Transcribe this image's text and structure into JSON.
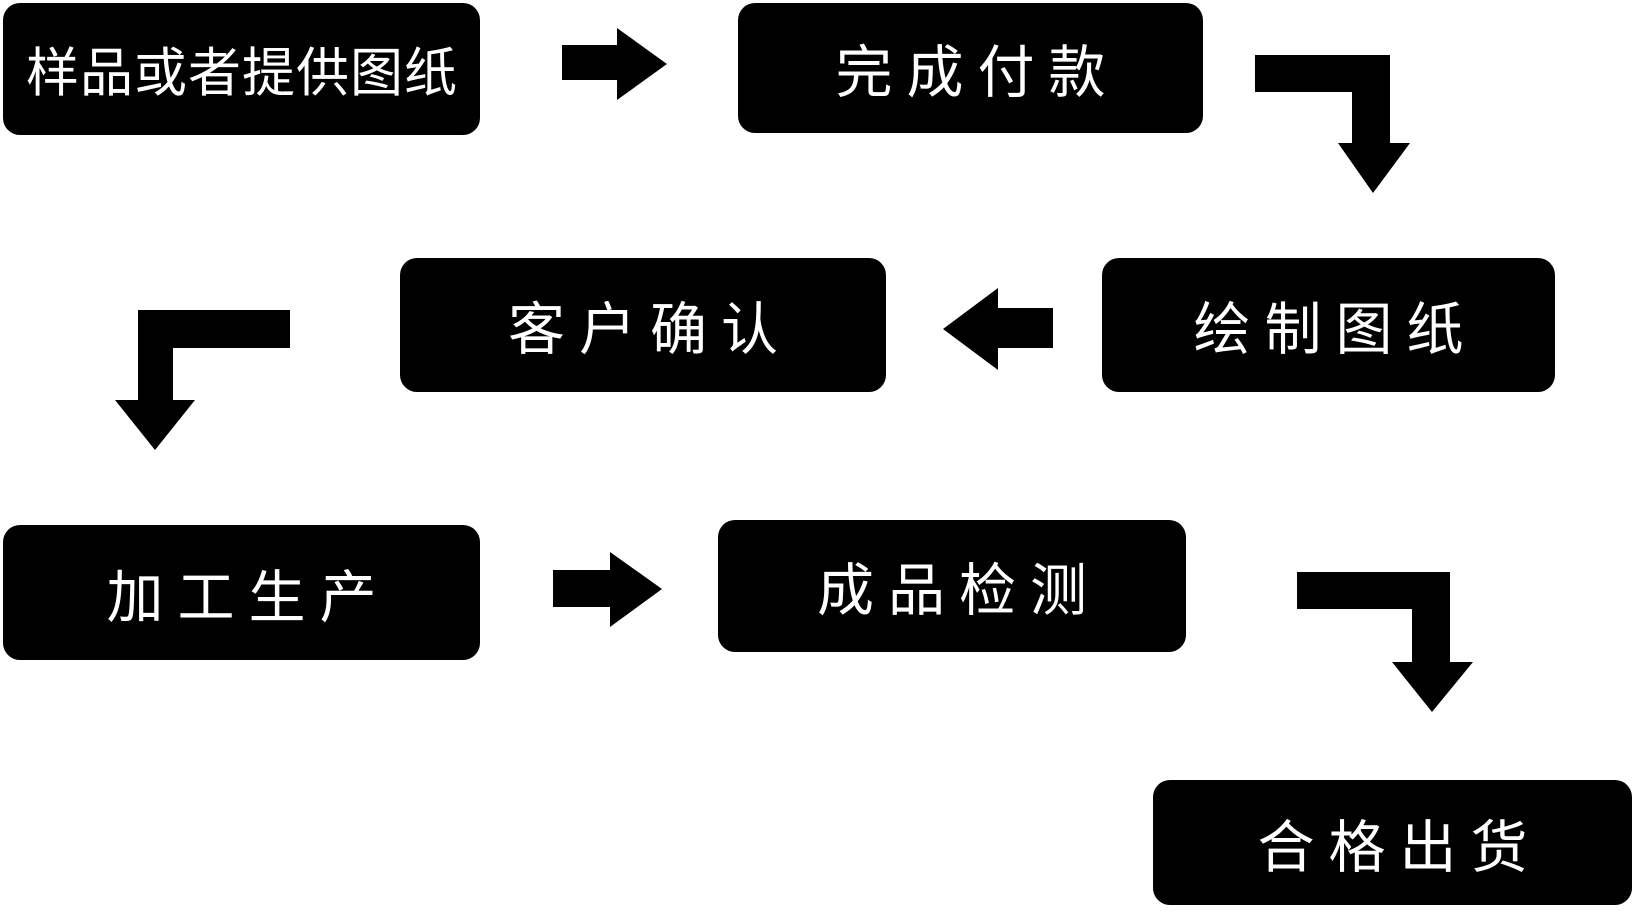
{
  "diagram": {
    "type": "flowchart",
    "colors": {
      "background": "#ffffff",
      "node_bg": "#000000",
      "node_text": "#ffffff",
      "arrow": "#000000"
    },
    "nodes": [
      {
        "id": "sample-or-drawing",
        "label": "样品或者提供图纸"
      },
      {
        "id": "payment",
        "label": "完成付款"
      },
      {
        "id": "draw-drawings",
        "label": "绘制图纸"
      },
      {
        "id": "customer-confirm",
        "label": "客户确认"
      },
      {
        "id": "production",
        "label": "加工生产"
      },
      {
        "id": "product-inspection",
        "label": "成品检测"
      },
      {
        "id": "qualified-shipment",
        "label": "合格出货"
      }
    ],
    "edges": [
      {
        "from": "样品或者提供图纸",
        "to": "完成付款",
        "shape": "straight-right"
      },
      {
        "from": "完成付款",
        "to": "绘制图纸",
        "shape": "elbow-right-down"
      },
      {
        "from": "绘制图纸",
        "to": "客户确认",
        "shape": "straight-left"
      },
      {
        "from": "客户确认",
        "to": "加工生产",
        "shape": "elbow-left-down"
      },
      {
        "from": "加工生产",
        "to": "成品检测",
        "shape": "straight-right"
      },
      {
        "from": "成品检测",
        "to": "合格出货",
        "shape": "elbow-right-down"
      }
    ]
  }
}
